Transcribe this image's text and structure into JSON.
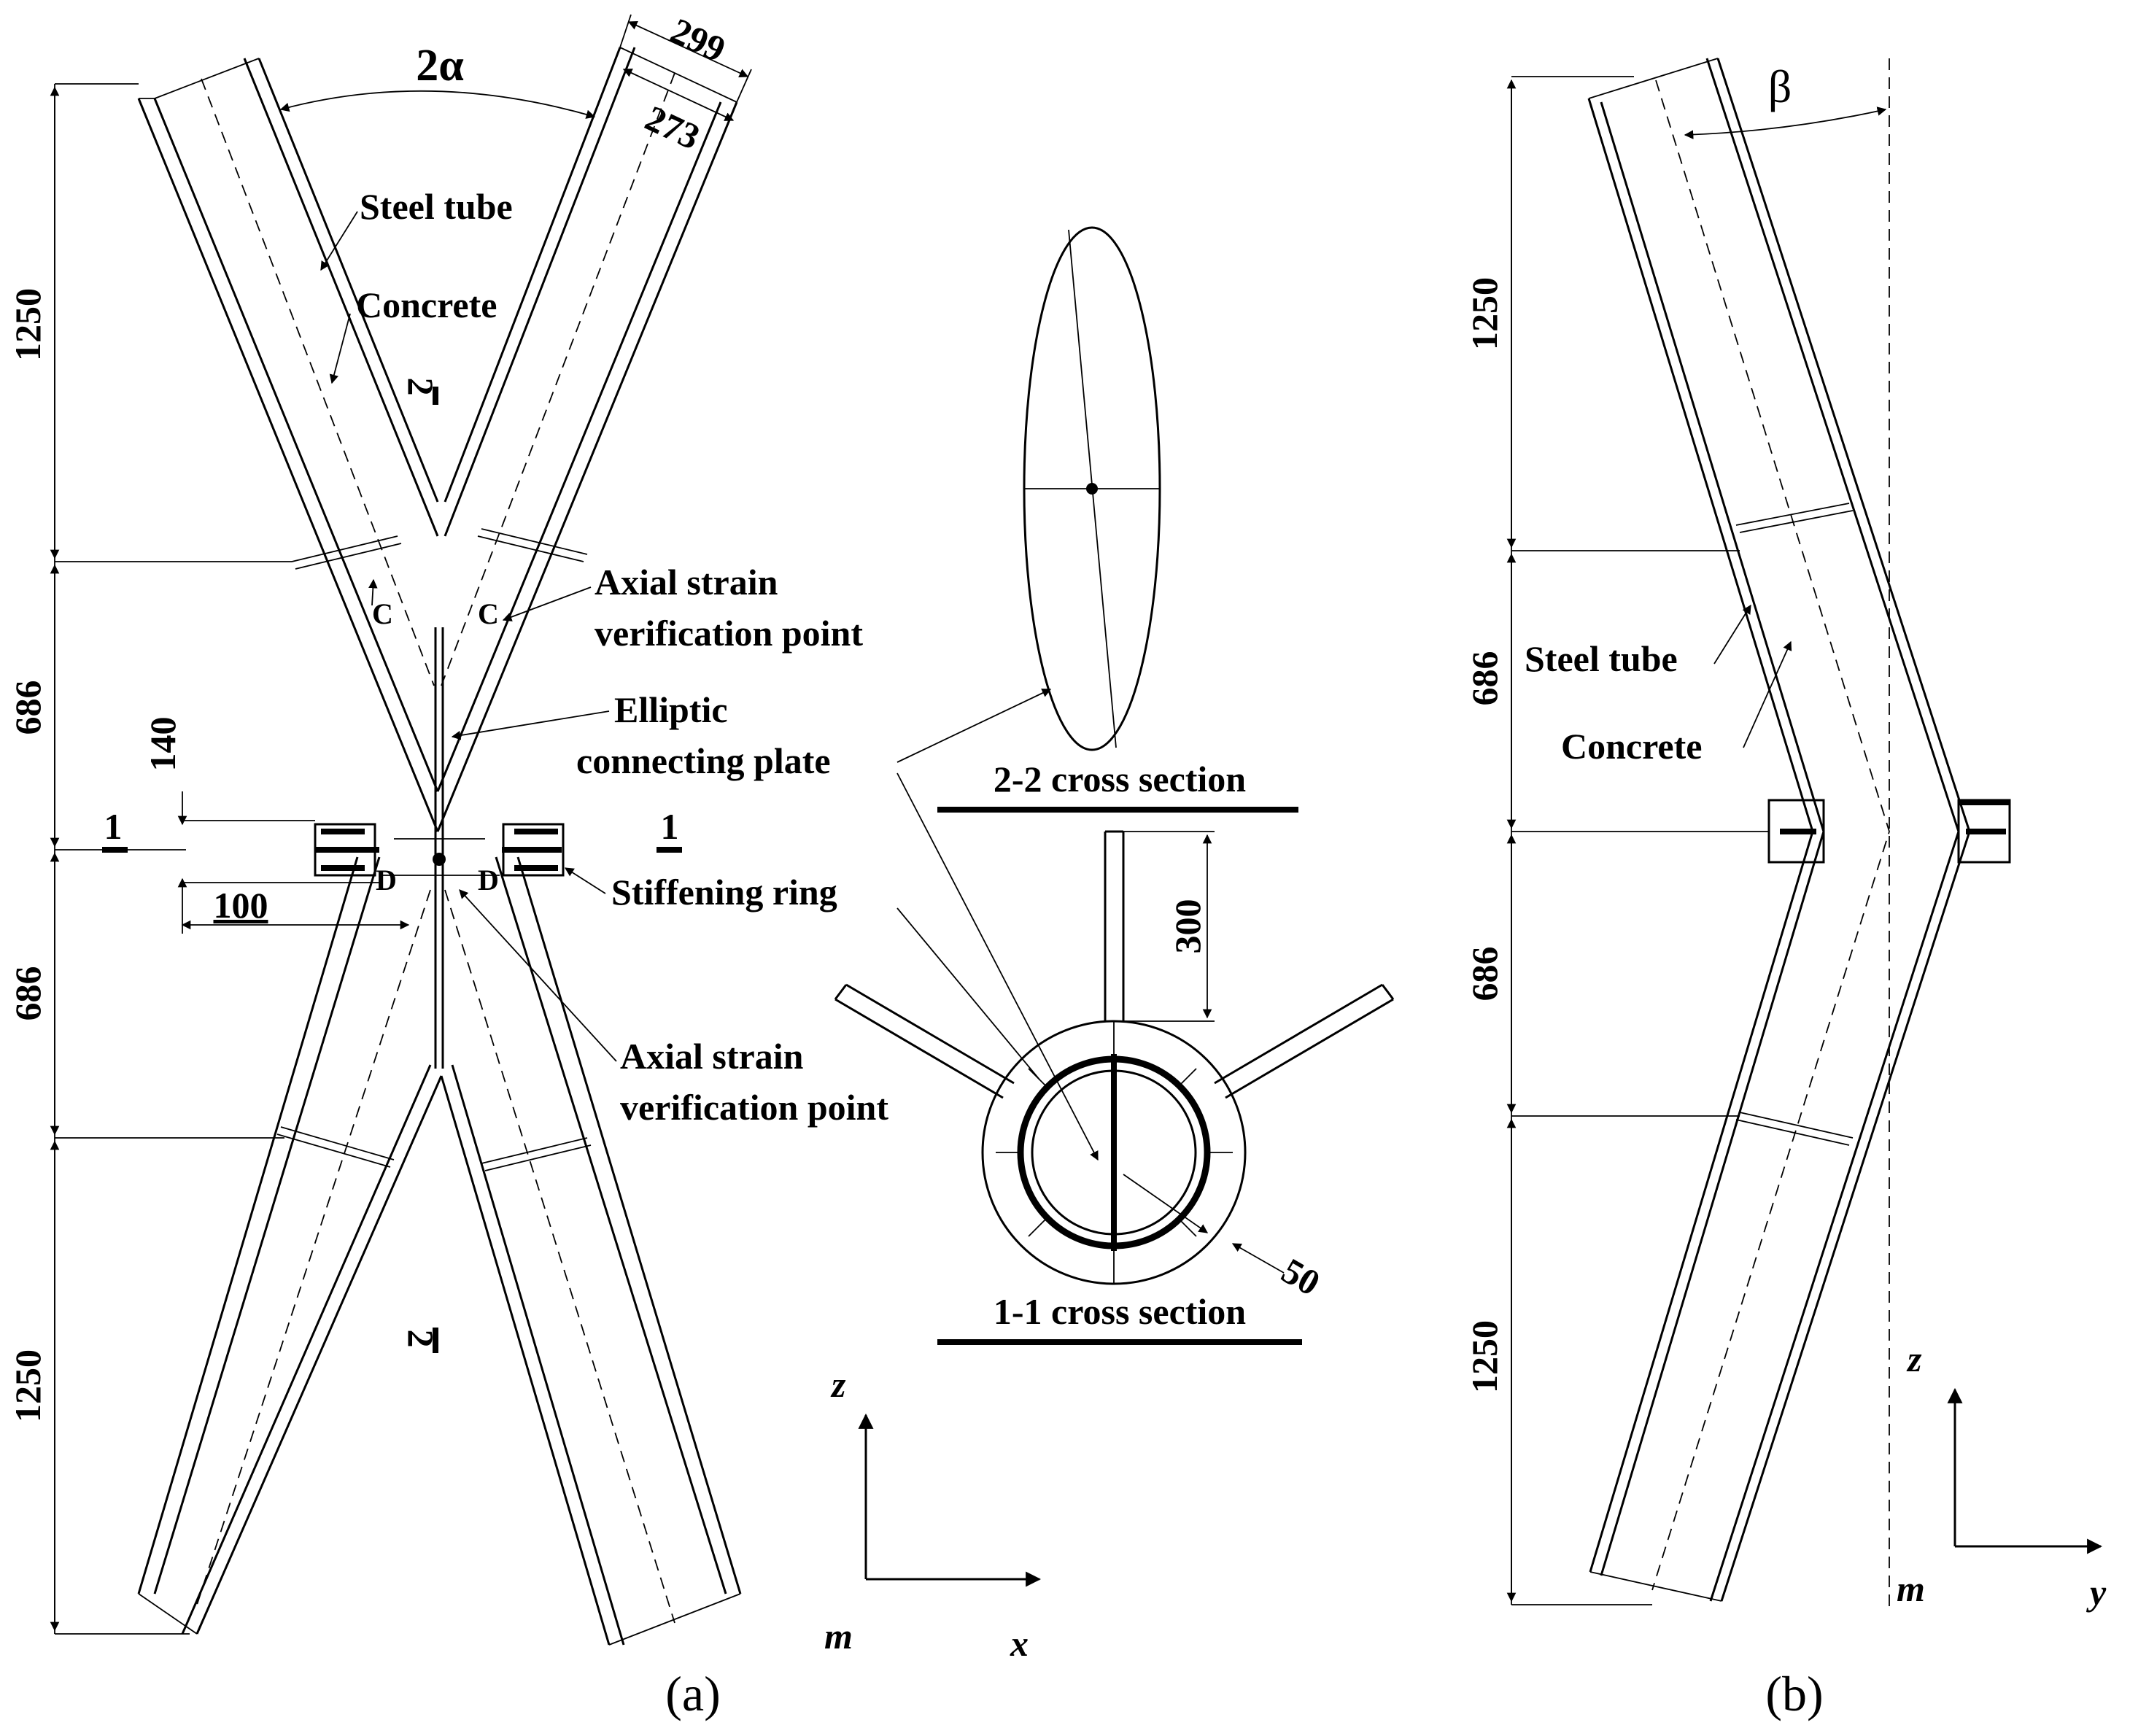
{
  "panel_a": {
    "caption": "(a)",
    "angle_label": "2α",
    "outer_diameter": "299",
    "inner_diameter": "273",
    "dims_vertical": [
      "1250",
      "686",
      "686",
      "1250"
    ],
    "dim_plate_offset": "140",
    "dim_ring_width": "100",
    "section_marks": [
      "1",
      "1",
      "2",
      "2"
    ],
    "point_labels": [
      "C",
      "C",
      "D",
      "D"
    ],
    "labels": {
      "steel_tube": "Steel tube",
      "concrete": "Concrete",
      "axial_point_1_line1": "Axial strain",
      "axial_point_1_line2": "verification point",
      "elliptic_line1": "Elliptic",
      "elliptic_line2": "connecting plate",
      "stiffening_ring": "Stiffening ring",
      "axial_point_2_line1": "Axial strain",
      "axial_point_2_line2": "verification point"
    },
    "axes": {
      "vertical": "z",
      "horizontal": "x",
      "origin": "m"
    }
  },
  "sections": {
    "section_2_title": "2-2 cross section",
    "section_1_title": "1-1 cross section",
    "dim_plate_height": "300",
    "dim_ring": "50"
  },
  "panel_b": {
    "caption": "(b)",
    "angle_label": "β",
    "dims_vertical": [
      "1250",
      "686",
      "686",
      "1250"
    ],
    "labels": {
      "steel_tube": "Steel tube",
      "concrete": "Concrete"
    },
    "axes": {
      "vertical": "z",
      "horizontal": "y",
      "origin": "m"
    }
  }
}
